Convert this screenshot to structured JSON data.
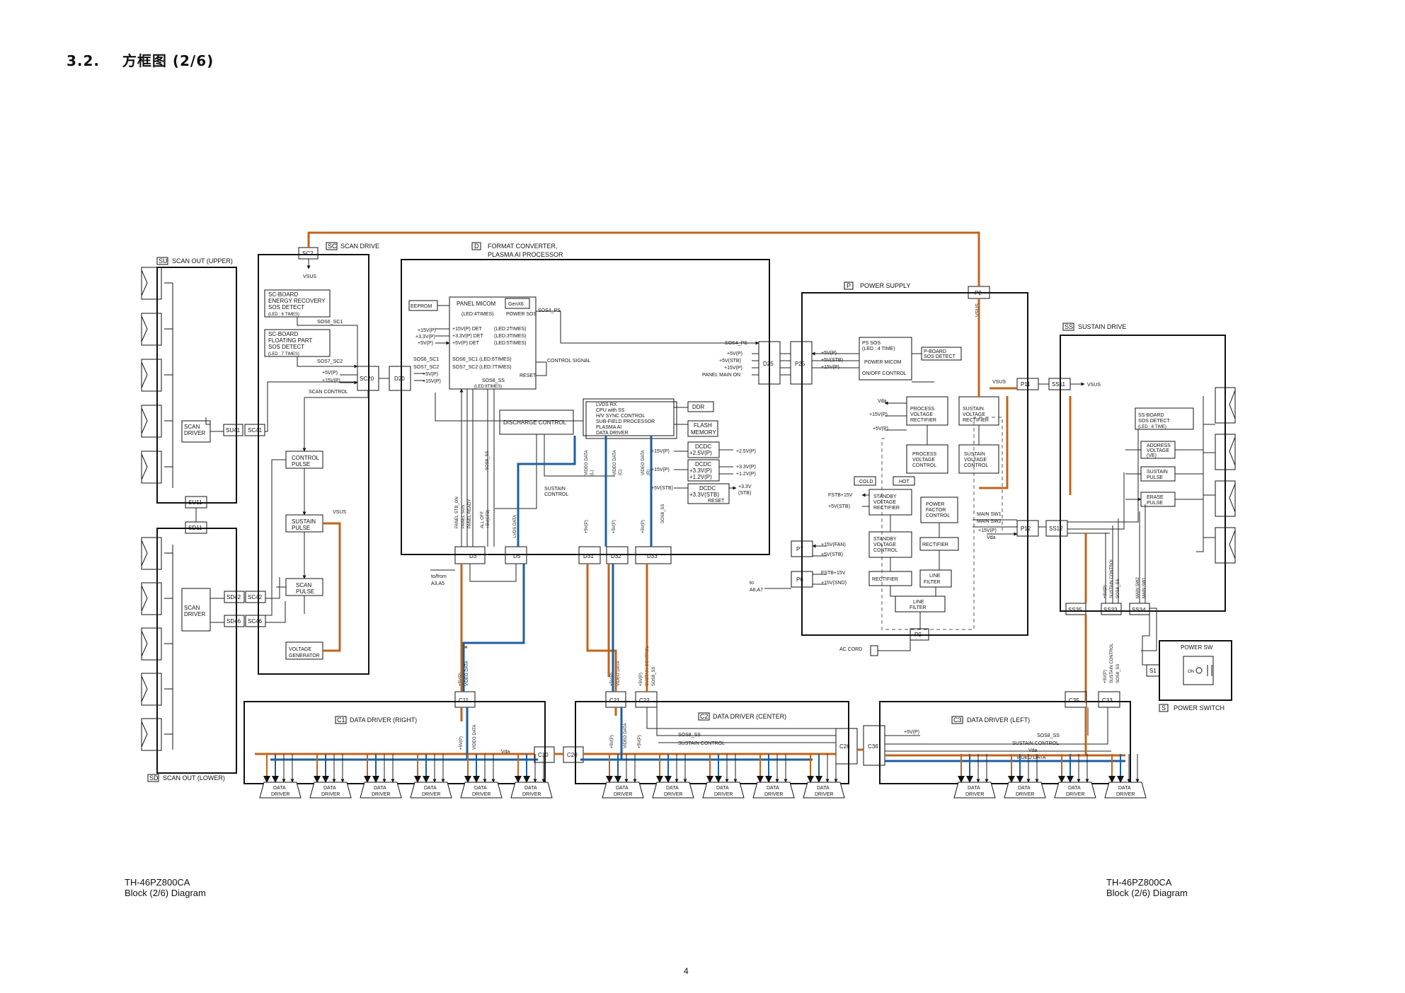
{
  "page_title": "3.2.    方框图 (2/6)",
  "footer_left": {
    "model": "TH-46PZ800CA",
    "caption": "Block (2/6) Diagram"
  },
  "footer_right": {
    "model": "TH-46PZ800CA",
    "caption": "Block (2/6) Diagram"
  },
  "page_number": "4",
  "colors": {
    "power_line": "#c0641c",
    "video_data_line": "#1e5e9e",
    "signal_line": "#222222"
  },
  "boards": [
    {
      "id": "SU",
      "name": "SCAN OUT (UPPER)"
    },
    {
      "id": "SC",
      "name": "SCAN DRIVE"
    },
    {
      "id": "D",
      "name": "FORMAT CONVERTER,",
      "name2": "PLASMA AI PROCESSOR"
    },
    {
      "id": "P",
      "name": "POWER SUPPLY"
    },
    {
      "id": "SS",
      "name": "SUSTAIN DRIVE"
    },
    {
      "id": "SD",
      "name": "SCAN OUT (LOWER)"
    },
    {
      "id": "C1",
      "name": "DATA DRIVER (RIGHT)"
    },
    {
      "id": "C2",
      "name": "DATA DRIVER (CENTER)"
    },
    {
      "id": "C3",
      "name": "DATA DRIVER (LEFT)"
    },
    {
      "id": "S",
      "name": "POWER SWITCH"
    }
  ],
  "connectors": {
    "sc2": "SC2",
    "sc20": "SC20",
    "sc41": "SC41",
    "sc42": "SC42",
    "sc46": "SC46",
    "su41": "SU41",
    "su11": "SU11",
    "sd11": "SD11",
    "sd42": "SD42",
    "sd46": "SD46",
    "d20": "D20",
    "d25": "D25",
    "d3": "D3",
    "d5": "D5",
    "d31": "D31",
    "d32": "D32",
    "d33": "D33",
    "p2": "P2",
    "p25": "P25",
    "p7": "P7",
    "p6": "P6",
    "p9": "P9",
    "p11": "P11",
    "p12": "P12",
    "ss11": "SS11",
    "ss12": "SS12",
    "ss33": "SS33",
    "ss34": "SS34",
    "ss35": "SS35",
    "c11": "C11",
    "c10": "C10",
    "c20": "C20",
    "c21": "C21",
    "c22": "C22",
    "c26": "C26",
    "c36": "C36",
    "c35": "C35",
    "c33": "C33",
    "s1": "S1"
  },
  "blocks": {
    "scan_driver": [
      "SCAN",
      "DRIVER"
    ],
    "sc_energy": [
      "SC-BOARD",
      "ENERGY RECOVERY",
      "SOS DETECT",
      "(LED  :  6 TIMES)"
    ],
    "sc_floating": [
      "SC-BOARD",
      "FLOATING PART",
      "SOS DETECT",
      "(LED  :  7 TIMES)"
    ],
    "control_pulse": [
      "CONTROL",
      "PULSE"
    ],
    "sustain_pulse": [
      "SUSTAIN",
      "PULSE"
    ],
    "scan_pulse": [
      "SCAN",
      "PULSE"
    ],
    "voltage_generator": [
      "VOLTAGE",
      "GENERATOR"
    ],
    "eeprom": "EEPROM",
    "panel_micom": "PANEL MICOM",
    "panel_micom_led": "(LED:4TIMES)",
    "genx6": "GenX6",
    "power_sos": "POWER SOS",
    "micom_lines": [
      "+15V(P) DET",
      "+3.3V(P) DET",
      "+5V(P) DET"
    ],
    "micom_leds": [
      "(LED:2TIMES)",
      "(LED:3TIMES)",
      "(LED:5TIMES)"
    ],
    "micom_sos": [
      "SOS6_SC1  (LED:6TIMES)",
      "SOS7_SC2  (LED:7TIMES)"
    ],
    "reset": "RESET",
    "sos8": [
      "SOS8_SS",
      "(LED:8TIMES)"
    ],
    "discharge_control": "DISCHARGE CONTROL",
    "lvds": [
      "LVDS RX",
      "CPU with SS",
      "H/V SYNC CONTROL",
      "SUB-FIELD PROCESSOR",
      "PLASMA AI",
      "DATA DRIVER"
    ],
    "ddr": "DDR",
    "flash": [
      "FLASH",
      "MEMORY"
    ],
    "dcdc1": [
      "DCDC",
      "+2.5V(P)"
    ],
    "dcdc2": [
      "DCDC",
      "+3.3V(P)",
      "+1.2V(P)"
    ],
    "dcdc3": [
      "DCDC",
      "+3.3V(STB)",
      "RESET"
    ],
    "ps_sos": [
      "PS SOS",
      "(LED   :  4 TIME)"
    ],
    "power_micom": "POWER MICOM",
    "onoff": "ON/OFF CONTROL",
    "pboard_sos": [
      "P-BOARD",
      "SOS DETECT"
    ],
    "process_rect": [
      "PROCESS",
      "VOLTAGE",
      "RECTIFIER"
    ],
    "sustain_rect": [
      "SUSTAIN",
      "VOLTAGE",
      "RECTIFIER"
    ],
    "process_ctrl": [
      "PROCESS",
      "VOLTAGE",
      "CONTROL"
    ],
    "sustain_ctrl": [
      "SUSTAIN",
      "VOLTAGE",
      "CONTROL"
    ],
    "cold": "COLD",
    "hot": "HOT",
    "standby_rect": [
      "STANDBY",
      "VOLTAGE",
      "RECTIFIER"
    ],
    "pfc": [
      "POWER",
      "FACTOR",
      "CONTROL"
    ],
    "standby_ctrl": [
      "STANDBY",
      "VOLTAGE",
      "CONTROL"
    ],
    "rectifier": "RECTIFIER",
    "line_filter": [
      "LINE",
      "FILTER"
    ],
    "ss_sos": [
      "SS-BOARD",
      "SOS DETECT",
      "(LED   :  8 TIME)"
    ],
    "address_voltage": [
      "ADDRESS",
      "VOLTAGE",
      "(VE)"
    ],
    "ss_sustain_pulse": [
      "SUSTAIN",
      "PULSE"
    ],
    "erase_pulse": [
      "ERASE",
      "PULSE"
    ],
    "power_sw": "POWER SW",
    "data_driver": [
      "DATA",
      "DRIVER"
    ]
  },
  "labels": {
    "vsus": "VSUS",
    "vda": "Vda",
    "p15": "+15V(P)",
    "p5": "+5V(P)",
    "p5stb": "+5V(STB)",
    "p33": "+3.3V(P)",
    "p25": "+2.5V(P)",
    "p12": "+1.2V(P)",
    "p33stb": "+3.3V",
    "stb": "(STB)",
    "sos6": "SOS6_SC1",
    "sos7": "SOS7_SC2",
    "sos4": "SOS4_PS",
    "sos8ss": "SOS8_SS",
    "scan_control": "SCAN CONTROL",
    "control_signal": "CONTROL SIGNAL",
    "panel_main_on": "PANEL MAIN ON",
    "sustain_control": "SUSTAIN CONTROL",
    "sustain_control2": [
      "SUSTAIN",
      "CONTROL"
    ],
    "video_data": "VIDEO DATA",
    "lvds_data": "LVDS DATA",
    "panel_stb": "PANEL STB_ON",
    "panel_sos": "PANEL SOS",
    "panel_ready": "PANEL READY",
    "all_off": "ALL OFF",
    "to_from": "to/from",
    "a3a5": "A3,A5",
    "to": "to",
    "a6a7": "A6,A7",
    "p15fan": "+15V(FAN)",
    "p15snd": "+15V(SND)",
    "fstb15": "FSTB+15V",
    "fstb": "FSTB+15V",
    "main_sw1": "MAIN SW1",
    "main_sw2": "MAIN SW2",
    "ac_cord": "AC CORD",
    "vd_l": [
      "VIDEO DATA",
      "(L)"
    ],
    "vd_c": [
      "VIDEO DATA",
      "(C)"
    ],
    "vd_r": [
      "VIDEO DATA",
      "(R)"
    ],
    "on": "ON"
  }
}
